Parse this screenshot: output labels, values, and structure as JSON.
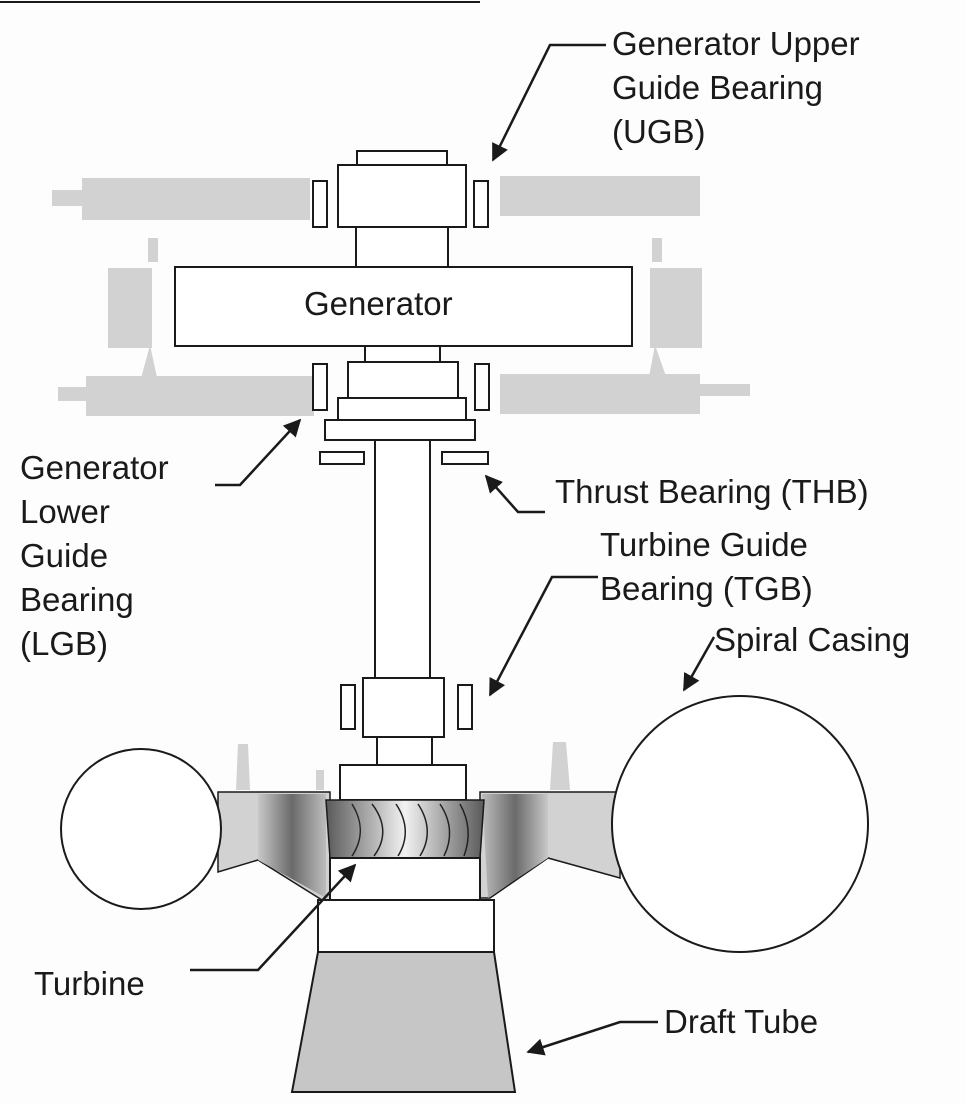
{
  "labels": {
    "upper_guide_bearing": [
      "Generator Upper",
      "Guide Bearing",
      "(UGB)"
    ],
    "generator": "Generator",
    "lower_guide_bearing": [
      "Generator",
      "Lower",
      "Guide",
      "Bearing",
      "(LGB)"
    ],
    "thrust_bearing": "Thrust Bearing (THB)",
    "turbine_guide_bearing": [
      "Turbine Guide",
      "Bearing (TGB)"
    ],
    "spiral_casing": "Spiral Casing",
    "turbine": "Turbine",
    "draft_tube": "Draft Tube"
  },
  "colors": {
    "line": "#1a1a1a",
    "housing": "#d2d2d2",
    "background": "#fdfdfd",
    "draft_tube": "#c6c6c6"
  }
}
